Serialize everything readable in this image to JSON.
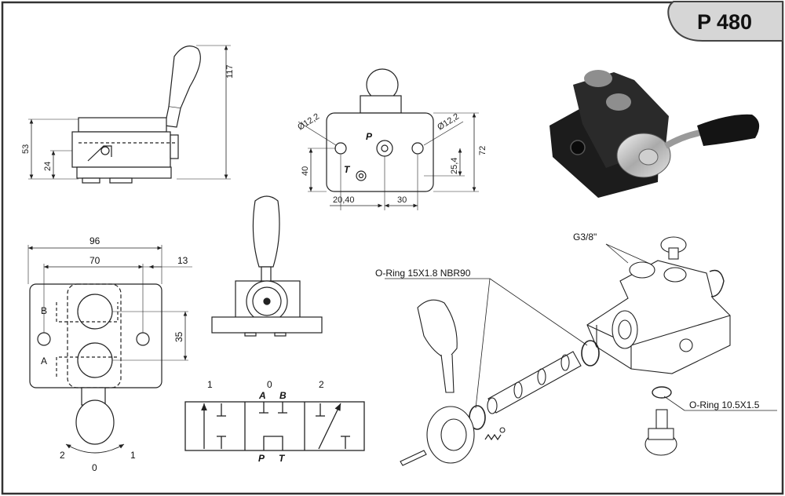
{
  "badge": {
    "code": "P 480"
  },
  "side_view": {
    "dim_height_total": "117",
    "dim_body_height": "53",
    "dim_port_height": "24"
  },
  "top_view": {
    "hole_left": "Ø12,2",
    "hole_right": "Ø12,2",
    "port_p": "P",
    "port_t": "T",
    "dim_height": "72",
    "dim_40": "40",
    "dim_254": "25,4",
    "dim_2040": "20,40",
    "dim_30": "30"
  },
  "front_plan": {
    "dim_96": "96",
    "dim_70": "70",
    "dim_13": "13",
    "dim_35": "35",
    "port_b": "B",
    "port_a": "A",
    "pos_2": "2",
    "pos_1": "1",
    "pos_0": "0"
  },
  "symbol": {
    "pos_1": "1",
    "pos_0": "0",
    "pos_2": "2",
    "port_a": "A",
    "port_b": "B",
    "port_p": "P",
    "port_t": "T"
  },
  "exploded": {
    "thread": "G3/8\"",
    "oring_large": "O-Ring 15X1.8 NBR90",
    "oring_small": "O-Ring 10.5X1.5"
  }
}
